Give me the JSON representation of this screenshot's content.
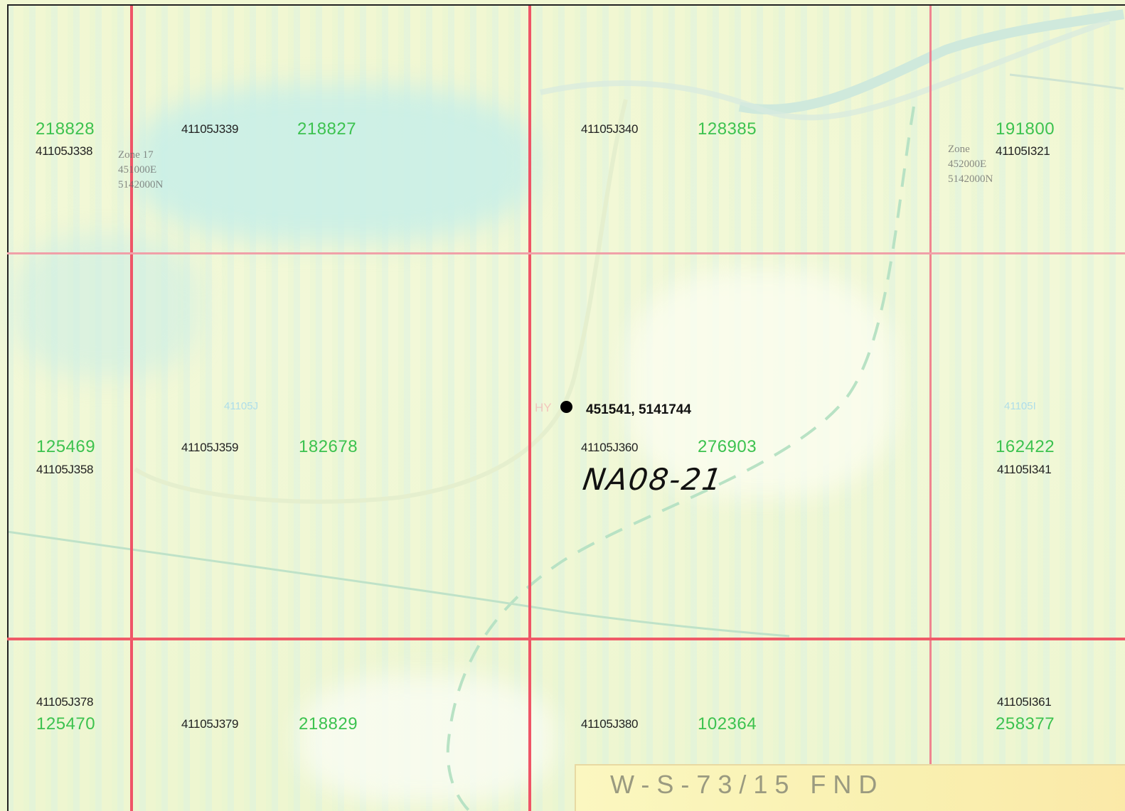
{
  "cells": [
    {
      "id": "218828",
      "code": "41105J338"
    },
    {
      "code": "41105J339",
      "id": "218827"
    },
    {
      "code": "41105J340",
      "id": "128385"
    },
    {
      "id": "191800",
      "code": "41105I321"
    },
    {
      "id": "125469",
      "code": "41105J358"
    },
    {
      "code": "41105J359",
      "id": "182678"
    },
    {
      "code": "41105J360",
      "id": "276903"
    },
    {
      "id": "162422",
      "code": "41105I341"
    },
    {
      "code": "41105J378",
      "id": "125470"
    },
    {
      "code": "41105J379",
      "id": "218829"
    },
    {
      "code": "41105J380",
      "id": "102364"
    },
    {
      "code": "41105I361",
      "id": "258377"
    }
  ],
  "zone_labels": [
    "Zone 17\n451000E\n5142000N",
    "Zone\n452000E\n5142000N"
  ],
  "sheet_labels": [
    "41105J",
    "41105I"
  ],
  "sample_point": {
    "coordinates": "451541, 5141744",
    "marker_label": "HY"
  },
  "handwritten_label": "NA08-21",
  "stamp_text": "W-S-73/15  FND",
  "colors": {
    "grid_line": "#ef5567",
    "cell_id": "#3cc24f",
    "code_text": "#222222"
  }
}
